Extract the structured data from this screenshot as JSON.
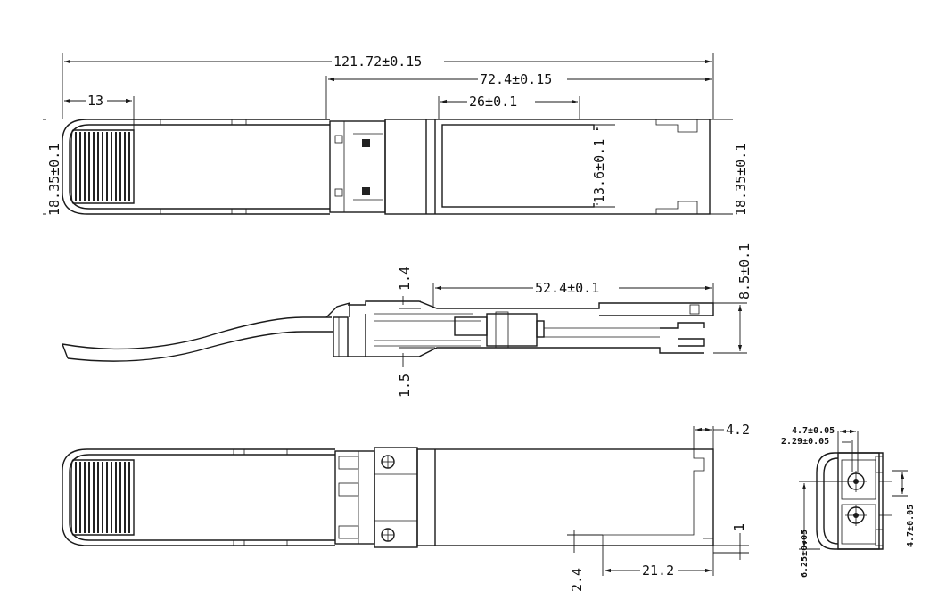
{
  "top_view": {
    "overall_length": "121.72±0.15",
    "body_length": "72.4±0.15",
    "label_width": "26±0.1",
    "pull_tab_grip": "13",
    "width_left": "18.35±0.1",
    "width_right": "18.35±0.1",
    "label_height": "13.6±0.1"
  },
  "side_view": {
    "body_height": "8.5±0.1",
    "housing_length": "52.4±0.1",
    "top_step": "1.4",
    "bottom_step": "1.5"
  },
  "bottom_view": {
    "rear_offset": "4.2",
    "recess_depth": "2.4",
    "recess_length": "21.2",
    "edge_gap": "1"
  },
  "end_view": {
    "port_pitch_top": "4.7±0.05",
    "port_offset": "2.29±0.05",
    "port_span": "6.25±0.05",
    "port_pitch_right": "4.7±0.05"
  }
}
